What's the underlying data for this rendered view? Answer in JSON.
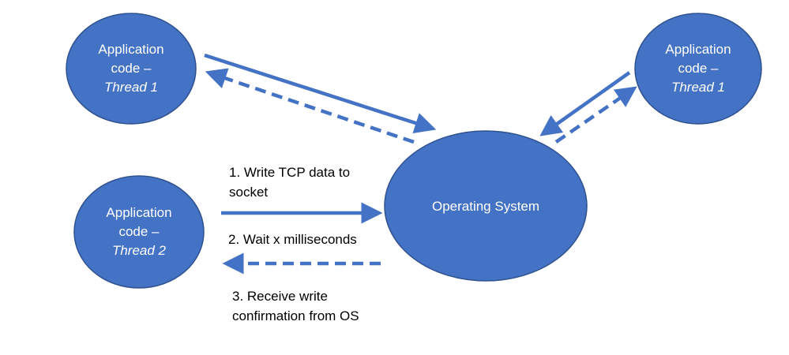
{
  "nodes": {
    "thread1_left": {
      "line1": "Application",
      "line2": "code –",
      "line3": "Thread 1"
    },
    "thread1_right": {
      "line1": "Application",
      "line2": "code –",
      "line3": "Thread 1"
    },
    "thread2": {
      "line1": "Application",
      "line2": "code –",
      "line3": "Thread 2"
    },
    "os": {
      "label": "Operating System"
    }
  },
  "steps": {
    "step1": {
      "line1": "1. Write TCP data to",
      "line2": "socket"
    },
    "step2": {
      "line1": "2. Wait x milliseconds"
    },
    "step3": {
      "line1": "3. Receive write",
      "line2": "confirmation from OS"
    }
  },
  "colors": {
    "node_fill": "#4472c4",
    "node_stroke": "#2f528f",
    "arrow": "#4472c4",
    "node_text": "#ffffff",
    "label_text": "#000000"
  }
}
